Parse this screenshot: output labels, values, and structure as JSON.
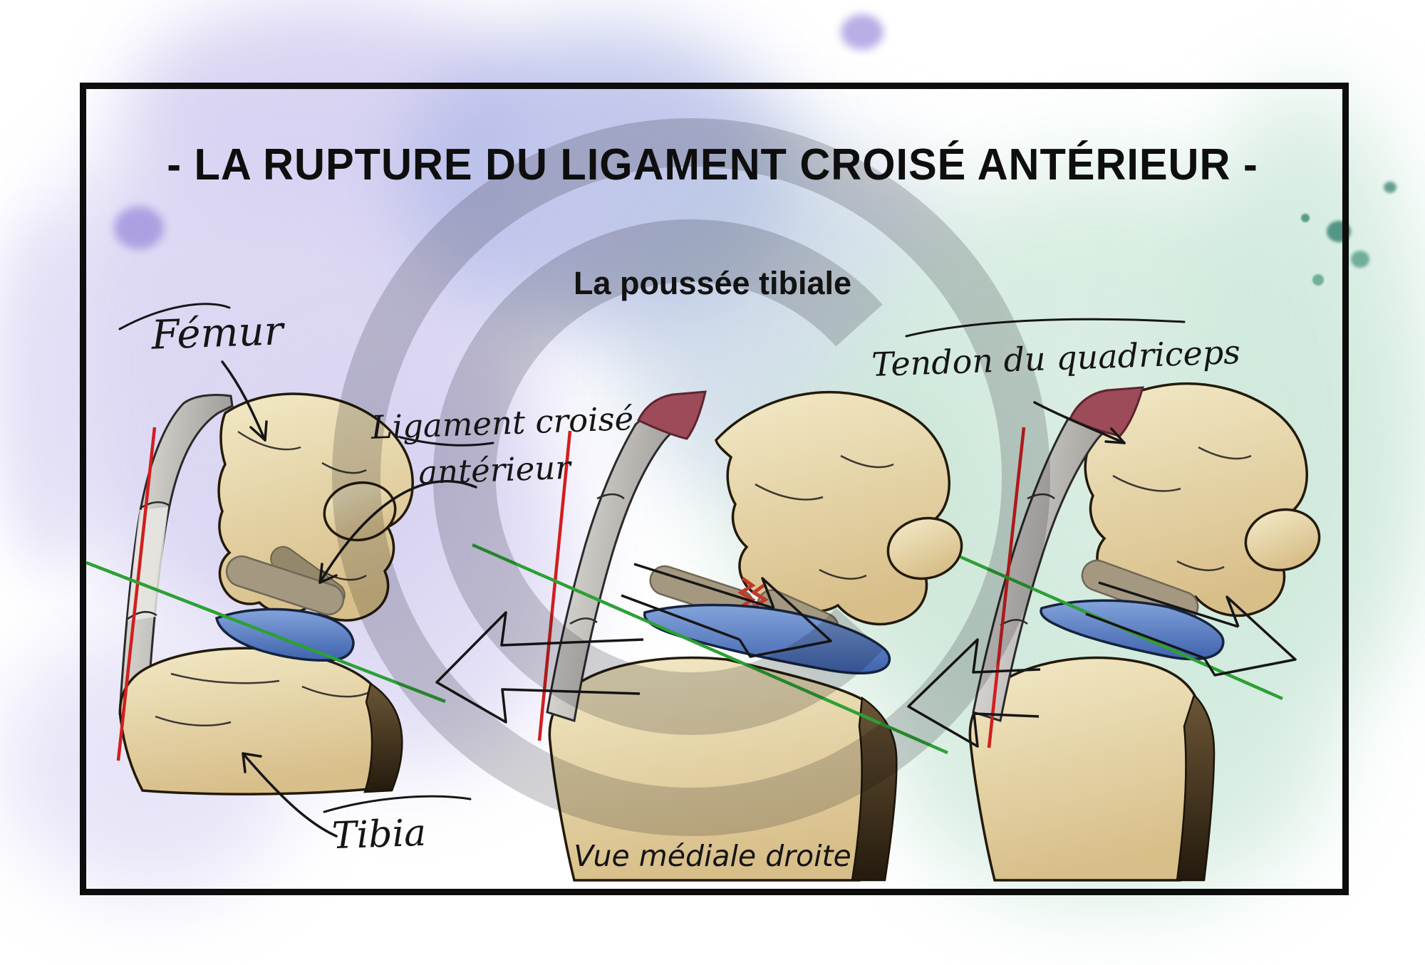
{
  "poster": {
    "title": "- LA RUPTURE DU LIGAMENT CROISÉ ANTÉRIEUR -",
    "subtitle": "La poussée tibiale",
    "view_caption": "Vue médiale droite"
  },
  "labels": {
    "femur": "Fémur",
    "acl_line1": "Ligament croisé",
    "acl_line2": "antérieur",
    "quadriceps": "Tendon du quadriceps",
    "tibia": "Tibia"
  },
  "watermark": {
    "symbol": "©"
  },
  "colors": {
    "ink": "#161616",
    "frame": "#0d0d0d",
    "bone_light": "#f2e9c6",
    "bone_dark": "#d8bf8a",
    "bone_outline": "#231a0a",
    "tendon_light": "#e9e7e3",
    "tendon_dark": "#9b9894",
    "muscle_red": "#9d4b59",
    "meniscus_light": "#83a3da",
    "meniscus_dark": "#3f63ae",
    "meniscus_outline": "#14233f",
    "acl_gray": "#a49880",
    "acl_gray_deep": "#8d8268",
    "tear_red": "#c0392b",
    "axis_red": "#d01f1f",
    "axis_green": "#2da035",
    "soft_tissue_light": "#6b5636",
    "soft_tissue_dark": "#241a0d",
    "watermark_gray": "#6b6b73",
    "wash_lavender": "#d7d2f2",
    "wash_lavender_soft": "#e2dff6",
    "wash_periwinkle": "#aeb6e6",
    "wash_purple_dot": "#a89ae0",
    "wash_violet_dot": "#8f84d6",
    "wash_bluegray": "#b7c9de",
    "wash_mint": "#d5ecdf",
    "wash_mint_soft": "#cfe9dc",
    "wash_green": "#c8e4d4",
    "wash_teal_dark": "#4e9180",
    "wash_teal_mid": "#67a895"
  }
}
